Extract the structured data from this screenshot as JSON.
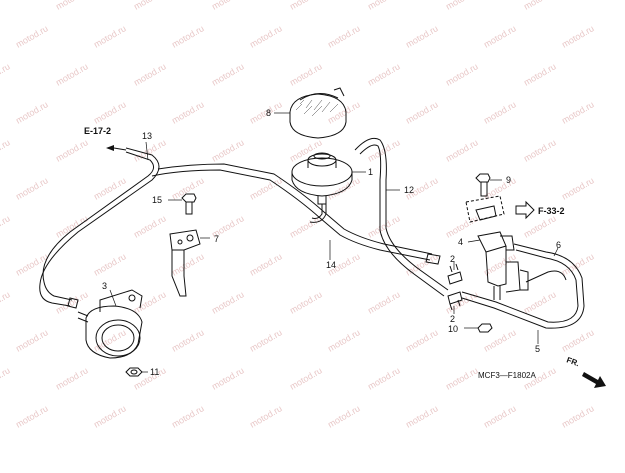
{
  "watermark": "motod.ru",
  "references": {
    "e17": "E-17-2",
    "f33": "F-33-2"
  },
  "callouts": {
    "c1": "1",
    "c2a": "2",
    "c2b": "2",
    "c3": "3",
    "c4": "4",
    "c5": "5",
    "c6": "6",
    "c7": "7",
    "c8": "8",
    "c9": "9",
    "c10": "10",
    "c11": "11",
    "c12": "12",
    "c13": "13",
    "c14": "14",
    "c15": "15"
  },
  "diagram_code": "MCF3—F1802A",
  "front_marker": "FR.",
  "colors": {
    "line": "#111111",
    "watermark": "#e9c9c9",
    "background": "#ffffff"
  }
}
